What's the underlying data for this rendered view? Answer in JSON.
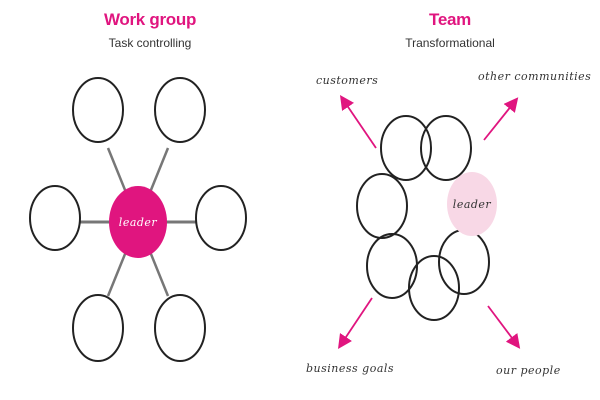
{
  "colors": {
    "accent": "#e0157f",
    "leader_light": "#f8d8e6",
    "stroke": "#222222",
    "connector": "#777777"
  },
  "work_group": {
    "title": "Work group",
    "subtitle": "Task controlling",
    "leader_label": "leader"
  },
  "team": {
    "title": "Team",
    "subtitle": "Transformational",
    "leader_label": "leader",
    "arrow_labels": {
      "top_left": "customers",
      "top_right": "other communities",
      "bottom_left": "business goals",
      "bottom_right": "our people"
    }
  }
}
